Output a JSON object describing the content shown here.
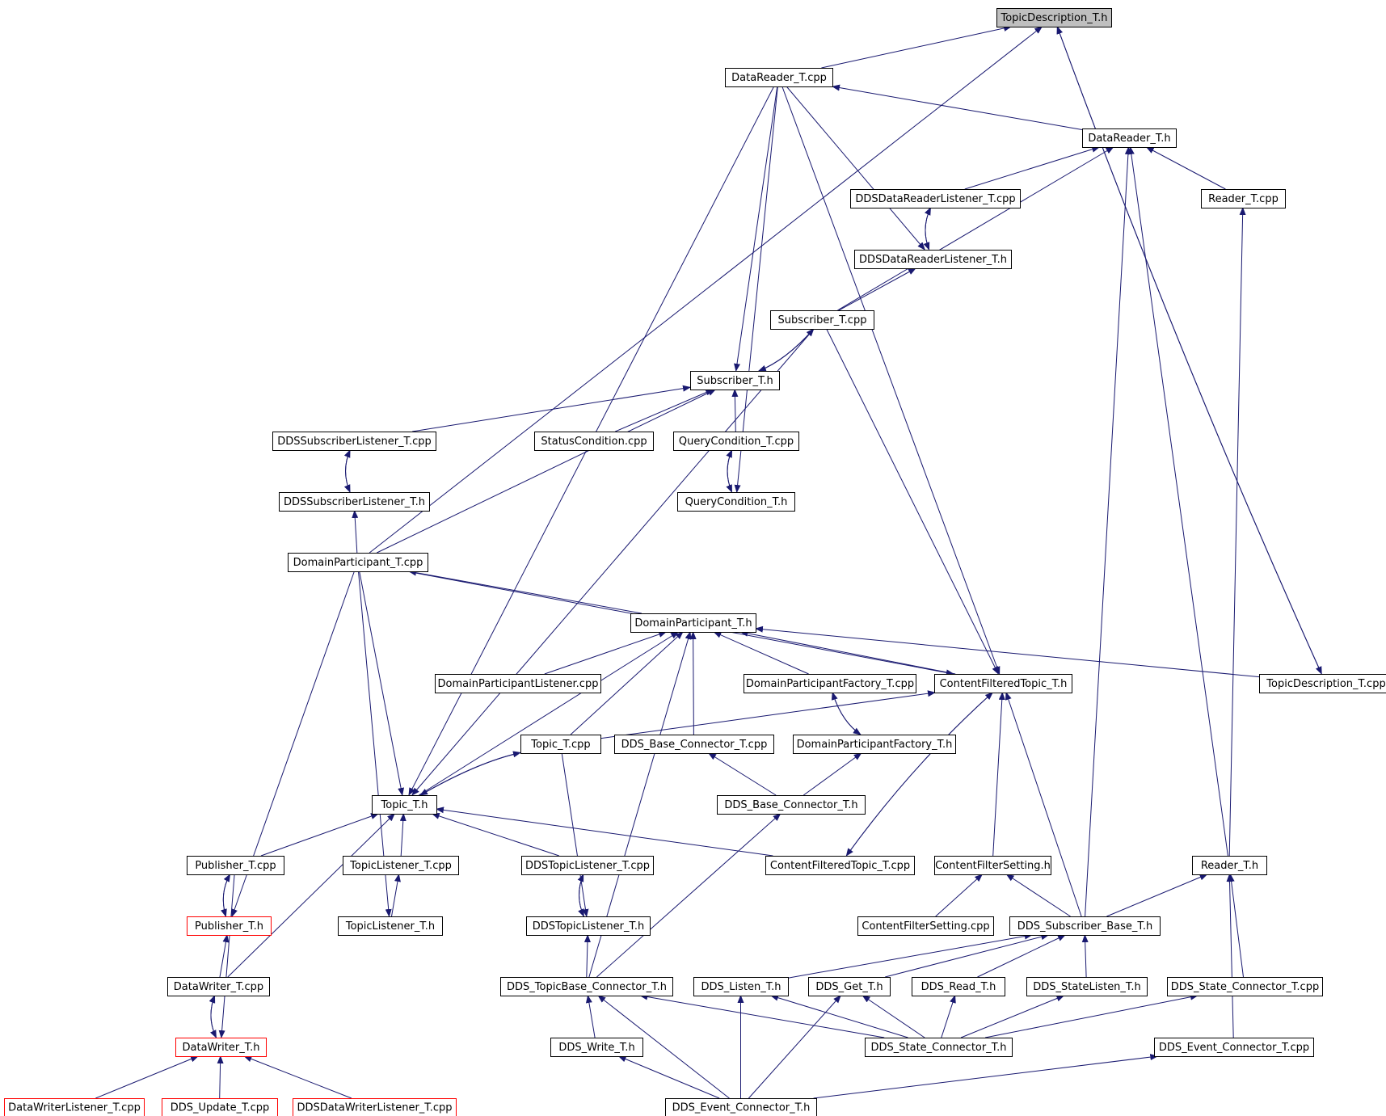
{
  "graph": {
    "nodes": [
      {
        "id": "n1",
        "label": "TopicDescription_T.h",
        "root": true
      },
      {
        "id": "n2",
        "label": "DataReader_T.cpp"
      },
      {
        "id": "n3",
        "label": "DataReader_T.h"
      },
      {
        "id": "n4",
        "label": "DDSDataReaderListener_T.cpp"
      },
      {
        "id": "n5",
        "label": "Reader_T.cpp"
      },
      {
        "id": "n6",
        "label": "DDSDataReaderListener_T.h"
      },
      {
        "id": "n7",
        "label": "Subscriber_T.cpp"
      },
      {
        "id": "n8",
        "label": "Subscriber_T.h"
      },
      {
        "id": "n9",
        "label": "DDSSubscriberListener_T.cpp"
      },
      {
        "id": "n10",
        "label": "StatusCondition.cpp"
      },
      {
        "id": "n11",
        "label": "QueryCondition_T.cpp"
      },
      {
        "id": "n12",
        "label": "DDSSubscriberListener_T.h"
      },
      {
        "id": "n13",
        "label": "QueryCondition_T.h"
      },
      {
        "id": "n14",
        "label": "DomainParticipant_T.cpp"
      },
      {
        "id": "n15",
        "label": "DomainParticipant_T.h"
      },
      {
        "id": "n16",
        "label": "DomainParticipantListener.cpp"
      },
      {
        "id": "n17",
        "label": "DomainParticipantFactory_T.cpp"
      },
      {
        "id": "n18",
        "label": "ContentFilteredTopic_T.h"
      },
      {
        "id": "n19",
        "label": "TopicDescription_T.cpp"
      },
      {
        "id": "n20",
        "label": "Topic_T.cpp"
      },
      {
        "id": "n21",
        "label": "DDS_Base_Connector_T.cpp"
      },
      {
        "id": "n22",
        "label": "DomainParticipantFactory_T.h"
      },
      {
        "id": "n23",
        "label": "Topic_T.h"
      },
      {
        "id": "n24",
        "label": "DDS_Base_Connector_T.h"
      },
      {
        "id": "n25",
        "label": "Publisher_T.cpp"
      },
      {
        "id": "n26",
        "label": "TopicListener_T.cpp"
      },
      {
        "id": "n27",
        "label": "DDSTopicListener_T.cpp"
      },
      {
        "id": "n28",
        "label": "ContentFilteredTopic_T.cpp"
      },
      {
        "id": "n29",
        "label": "ContentFilterSetting.h"
      },
      {
        "id": "n30",
        "label": "Reader_T.h"
      },
      {
        "id": "n31",
        "label": "Publisher_T.h",
        "red": true
      },
      {
        "id": "n32",
        "label": "TopicListener_T.h"
      },
      {
        "id": "n33",
        "label": "DDSTopicListener_T.h"
      },
      {
        "id": "n34",
        "label": "ContentFilterSetting.cpp"
      },
      {
        "id": "n35",
        "label": "DDS_Subscriber_Base_T.h"
      },
      {
        "id": "n36",
        "label": "DataWriter_T.cpp"
      },
      {
        "id": "n37",
        "label": "DDS_TopicBase_Connector_T.h"
      },
      {
        "id": "n38",
        "label": "DDS_Listen_T.h"
      },
      {
        "id": "n39",
        "label": "DDS_Get_T.h"
      },
      {
        "id": "n40",
        "label": "DDS_Read_T.h"
      },
      {
        "id": "n41",
        "label": "DDS_StateListen_T.h"
      },
      {
        "id": "n42",
        "label": "DDS_State_Connector_T.cpp"
      },
      {
        "id": "n43",
        "label": "DataWriter_T.h",
        "red": true
      },
      {
        "id": "n44",
        "label": "DDS_Write_T.h"
      },
      {
        "id": "n45",
        "label": "DDS_State_Connector_T.h"
      },
      {
        "id": "n46",
        "label": "DDS_Event_Connector_T.cpp"
      },
      {
        "id": "n47",
        "label": "DataWriterListener_T.cpp",
        "red": true
      },
      {
        "id": "n48",
        "label": "DDS_Update_T.cpp",
        "red": true
      },
      {
        "id": "n49",
        "label": "DDSDataWriterListener_T.cpp",
        "red": true
      },
      {
        "id": "n50",
        "label": "DDS_Event_Connector_T.h"
      }
    ],
    "edges": [
      [
        "n2",
        "n1"
      ],
      [
        "n19",
        "n1"
      ],
      [
        "n1",
        "n19"
      ],
      [
        "n14",
        "n1"
      ],
      [
        "n3",
        "n2"
      ],
      [
        "n4",
        "n3"
      ],
      [
        "n5",
        "n3"
      ],
      [
        "n7",
        "n3"
      ],
      [
        "n30",
        "n3"
      ],
      [
        "n35",
        "n3"
      ],
      [
        "n6",
        "n4"
      ],
      [
        "n4",
        "n6"
      ],
      [
        "n2",
        "n6"
      ],
      [
        "n7",
        "n6"
      ],
      [
        "n2",
        "n8"
      ],
      [
        "n7",
        "n8"
      ],
      [
        "n8",
        "n7"
      ],
      [
        "n9",
        "n8"
      ],
      [
        "n10",
        "n8"
      ],
      [
        "n11",
        "n8"
      ],
      [
        "n14",
        "n8"
      ],
      [
        "n12",
        "n9"
      ],
      [
        "n9",
        "n12"
      ],
      [
        "n14",
        "n12"
      ],
      [
        "n13",
        "n11"
      ],
      [
        "n11",
        "n13"
      ],
      [
        "n2",
        "n13"
      ],
      [
        "n15",
        "n14"
      ],
      [
        "n16",
        "n15"
      ],
      [
        "n17",
        "n15"
      ],
      [
        "n18",
        "n15"
      ],
      [
        "n19",
        "n15"
      ],
      [
        "n20",
        "n15"
      ],
      [
        "n21",
        "n15"
      ],
      [
        "n23",
        "n15"
      ],
      [
        "n2",
        "n18"
      ],
      [
        "n7",
        "n18"
      ],
      [
        "n14",
        "n18"
      ],
      [
        "n28",
        "n18"
      ],
      [
        "n18",
        "n28"
      ],
      [
        "n29",
        "n18"
      ],
      [
        "n35",
        "n18"
      ],
      [
        "n20",
        "n18"
      ],
      [
        "n22",
        "n17"
      ],
      [
        "n17",
        "n22"
      ],
      [
        "n23",
        "n20"
      ],
      [
        "n20",
        "n23"
      ],
      [
        "n2",
        "n23"
      ],
      [
        "n7",
        "n23"
      ],
      [
        "n14",
        "n23"
      ],
      [
        "n25",
        "n23"
      ],
      [
        "n26",
        "n23"
      ],
      [
        "n27",
        "n23"
      ],
      [
        "n28",
        "n23"
      ],
      [
        "n36",
        "n23"
      ],
      [
        "n24",
        "n21"
      ],
      [
        "n24",
        "n22"
      ],
      [
        "n31",
        "n25"
      ],
      [
        "n25",
        "n31"
      ],
      [
        "n14",
        "n31"
      ],
      [
        "n36",
        "n31"
      ],
      [
        "n32",
        "n26"
      ],
      [
        "n14",
        "n32"
      ],
      [
        "n33",
        "n27"
      ],
      [
        "n27",
        "n33"
      ],
      [
        "n20",
        "n33"
      ],
      [
        "n37",
        "n33"
      ],
      [
        "n37",
        "n15"
      ],
      [
        "n37",
        "n24"
      ],
      [
        "n34",
        "n29"
      ],
      [
        "n35",
        "n29"
      ],
      [
        "n35",
        "n30"
      ],
      [
        "n42",
        "n30"
      ],
      [
        "n46",
        "n30"
      ],
      [
        "n30",
        "n5"
      ],
      [
        "n38",
        "n35"
      ],
      [
        "n39",
        "n35"
      ],
      [
        "n40",
        "n35"
      ],
      [
        "n41",
        "n35"
      ],
      [
        "n43",
        "n36"
      ],
      [
        "n36",
        "n43"
      ],
      [
        "n25",
        "n43"
      ],
      [
        "n47",
        "n43"
      ],
      [
        "n48",
        "n43"
      ],
      [
        "n49",
        "n43"
      ],
      [
        "n44",
        "n37"
      ],
      [
        "n45",
        "n37"
      ],
      [
        "n50",
        "n37"
      ],
      [
        "n45",
        "n38"
      ],
      [
        "n45",
        "n39"
      ],
      [
        "n45",
        "n40"
      ],
      [
        "n45",
        "n41"
      ],
      [
        "n45",
        "n42"
      ],
      [
        "n50",
        "n38"
      ],
      [
        "n50",
        "n39"
      ],
      [
        "n50",
        "n44"
      ],
      [
        "n50",
        "n46"
      ]
    ]
  }
}
